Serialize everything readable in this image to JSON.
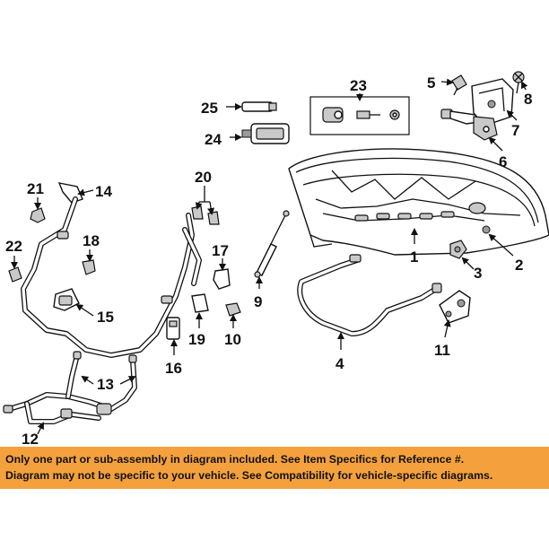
{
  "diagram": {
    "callouts": [
      "1",
      "2",
      "3",
      "4",
      "5",
      "6",
      "7",
      "8",
      "9",
      "10",
      "11",
      "12",
      "13",
      "14",
      "15",
      "16",
      "17",
      "18",
      "19",
      "20",
      "21",
      "22",
      "23",
      "24",
      "25"
    ]
  },
  "banner": {
    "line1": "Only one part or sub-assembly in diagram included. See Item Specifics for Reference #.",
    "line2": "Diagram may not be specific to your vehicle. See Compatibility for vehicle-specific diagrams."
  },
  "colors": {
    "banner_background": "#f4a13d",
    "line_art": "#111111",
    "background": "#ffffff"
  }
}
